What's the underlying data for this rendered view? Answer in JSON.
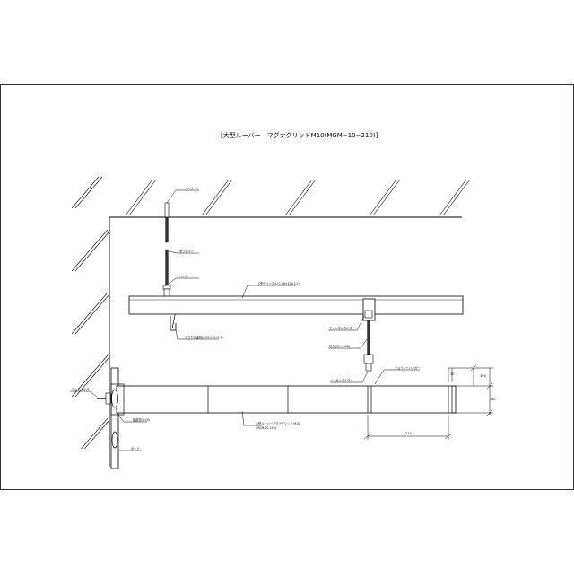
{
  "title": "[大型ルーバー　マグナグリッドM10(MGM−10−210)]",
  "labels": {
    "insert": "インサート",
    "hanger_bolt": "吊りボルト",
    "hanger": "ハンガー",
    "c_channel": "C型チャンネル(C-38×12×1.2)",
    "l_bracket": "吊り下げ金具(L-30×30×1.6)",
    "channel_holder": "チャンネルホルダー",
    "hanger_bolt_m8": "吊りボルト(M8)",
    "hanger_holder": "ハンガーホルダー",
    "joint_hanger": "ジョイントハンガー",
    "wall_plug": "ホールプラグ",
    "edge_angle": "端部材(L-40)",
    "board": "ボード",
    "louver_member": "大型ルーバーマグナグリッド M10",
    "louver_member_sub": "(MGM-10-210)"
  },
  "dimensions": {
    "pitch": "210",
    "height": "60",
    "top_offset": "30",
    "right_top": "300"
  }
}
